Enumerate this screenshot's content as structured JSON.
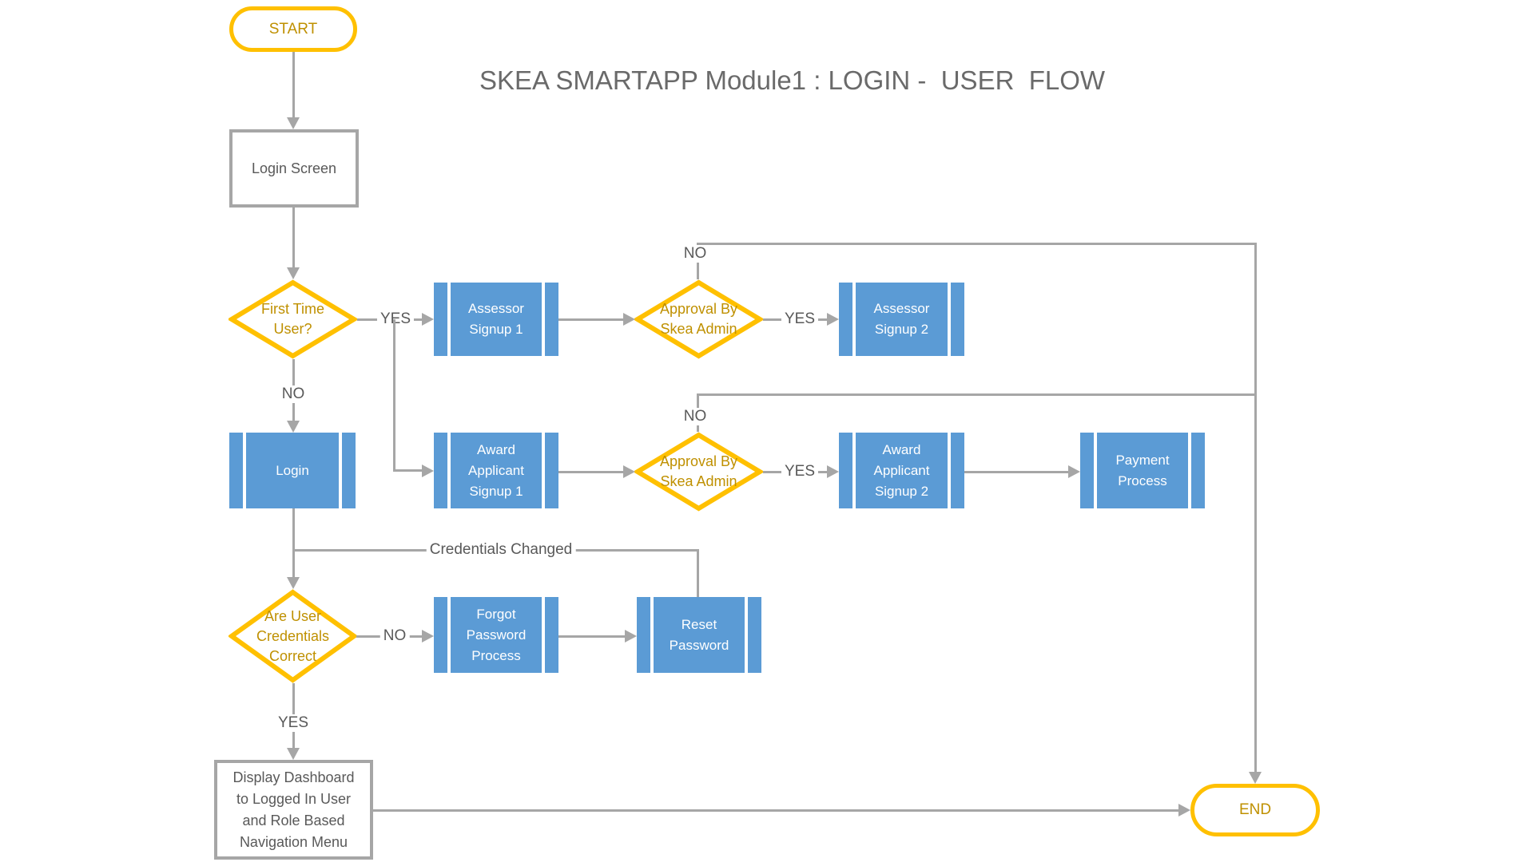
{
  "title": "SKEA SMARTAPP Module1 : LOGIN -  USER  FLOW",
  "colors": {
    "accent_gold": "#FFC000",
    "gold_text": "#BF9000",
    "process_blue": "#5B9BD5",
    "line_gray": "#A6A6A6",
    "text_gray": "#595959"
  },
  "nodes": {
    "start": {
      "label": "START",
      "type": "terminator"
    },
    "login_screen": {
      "label": "Login Screen",
      "type": "rectangle"
    },
    "first_time_user": {
      "label": "First Time\nUser?",
      "type": "decision"
    },
    "assessor_signup_1": {
      "label": "Assessor\nSignup 1",
      "type": "predefined-process"
    },
    "approval_1": {
      "label": "Approval By\nSkea Admin",
      "type": "decision"
    },
    "assessor_signup_2": {
      "label": "Assessor\nSignup 2",
      "type": "predefined-process"
    },
    "login": {
      "label": "Login",
      "type": "predefined-process"
    },
    "award_applicant_signup_1": {
      "label": "Award\nApplicant\nSignup 1",
      "type": "predefined-process"
    },
    "approval_2": {
      "label": "Approval By\nSkea Admin",
      "type": "decision"
    },
    "award_applicant_signup_2": {
      "label": "Award\nApplicant\nSignup 2",
      "type": "predefined-process"
    },
    "payment_process": {
      "label": "Payment\nProcess",
      "type": "predefined-process"
    },
    "are_credentials_correct": {
      "label": "Are User\nCredentials\nCorrect",
      "type": "decision"
    },
    "forgot_password_process": {
      "label": "Forgot\nPassword\nProcess",
      "type": "predefined-process"
    },
    "reset_password": {
      "label": "Reset\nPassword",
      "type": "predefined-process"
    },
    "display_dashboard": {
      "label": "Display Dashboard\nto Logged In User\nand Role Based\nNavigation Menu",
      "type": "rectangle"
    },
    "end": {
      "label": "END",
      "type": "terminator"
    }
  },
  "edge_labels": {
    "yes_first_time": "YES",
    "no_first_time": "NO",
    "yes_approval_1": "YES",
    "no_approval_1": "NO",
    "yes_approval_2": "YES",
    "no_approval_2": "NO",
    "no_credentials": "NO",
    "yes_credentials": "YES",
    "credentials_changed": "Credentials Changed"
  }
}
